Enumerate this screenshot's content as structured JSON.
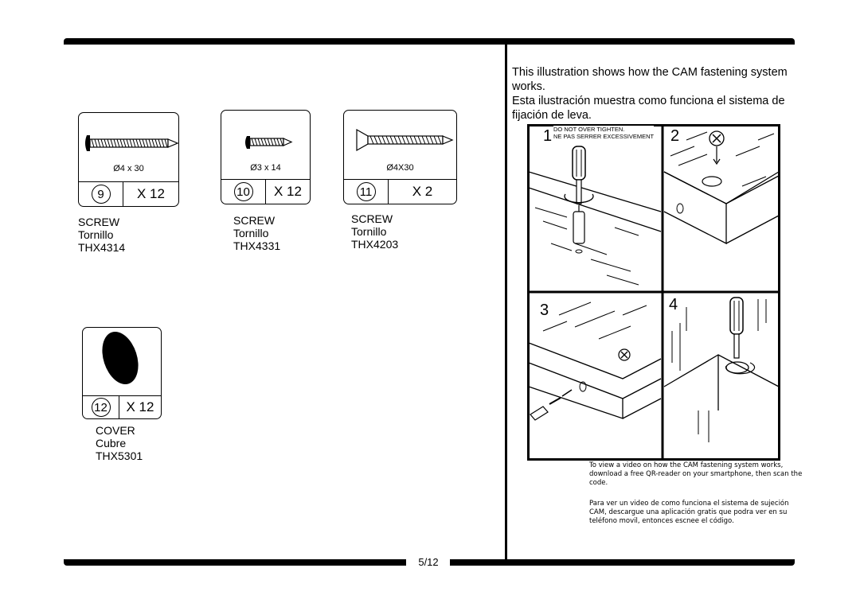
{
  "parts": [
    {
      "number": "9",
      "dimension": "Ø4 x 30",
      "quantity": "X 12",
      "name_en": "SCREW",
      "name_es": "Tornillo",
      "code": "THX4314"
    },
    {
      "number": "10",
      "dimension": "Ø3 x 14",
      "quantity": "X 12",
      "name_en": "SCREW",
      "name_es": "Tornillo",
      "code": "THX4331"
    },
    {
      "number": "11",
      "dimension": "Ø4X30",
      "quantity": "X 2",
      "name_en": "SCREW",
      "name_es": "Tornillo",
      "code": "THX4203"
    },
    {
      "number": "12",
      "dimension": "",
      "quantity": "X 12",
      "name_en": "COVER",
      "name_es": "Cubre",
      "code": "THX5301"
    }
  ],
  "cam": {
    "intro_en": "This illustration shows how the CAM fastening system works.",
    "intro_es": "Esta ilustración muestra como funciona el sistema de fijación de leva.",
    "warning_line1": "DO NOT OVER TIGHTEN.",
    "warning_line2": "NE PAS SERRER EXCESSIVEMENT",
    "steps": [
      "1",
      "2",
      "3",
      "4"
    ],
    "video_en": "To view a video on how the CAM fastening system works, download a free QR-reader on your smartphone, then scan the code.",
    "video_es": "Para ver un video de como funciona el sistema de sujeción CAM, descargue una aplicación gratis que podra ver en su teléfono movil, entonces escnee el código."
  },
  "page": {
    "number": "5/12"
  }
}
